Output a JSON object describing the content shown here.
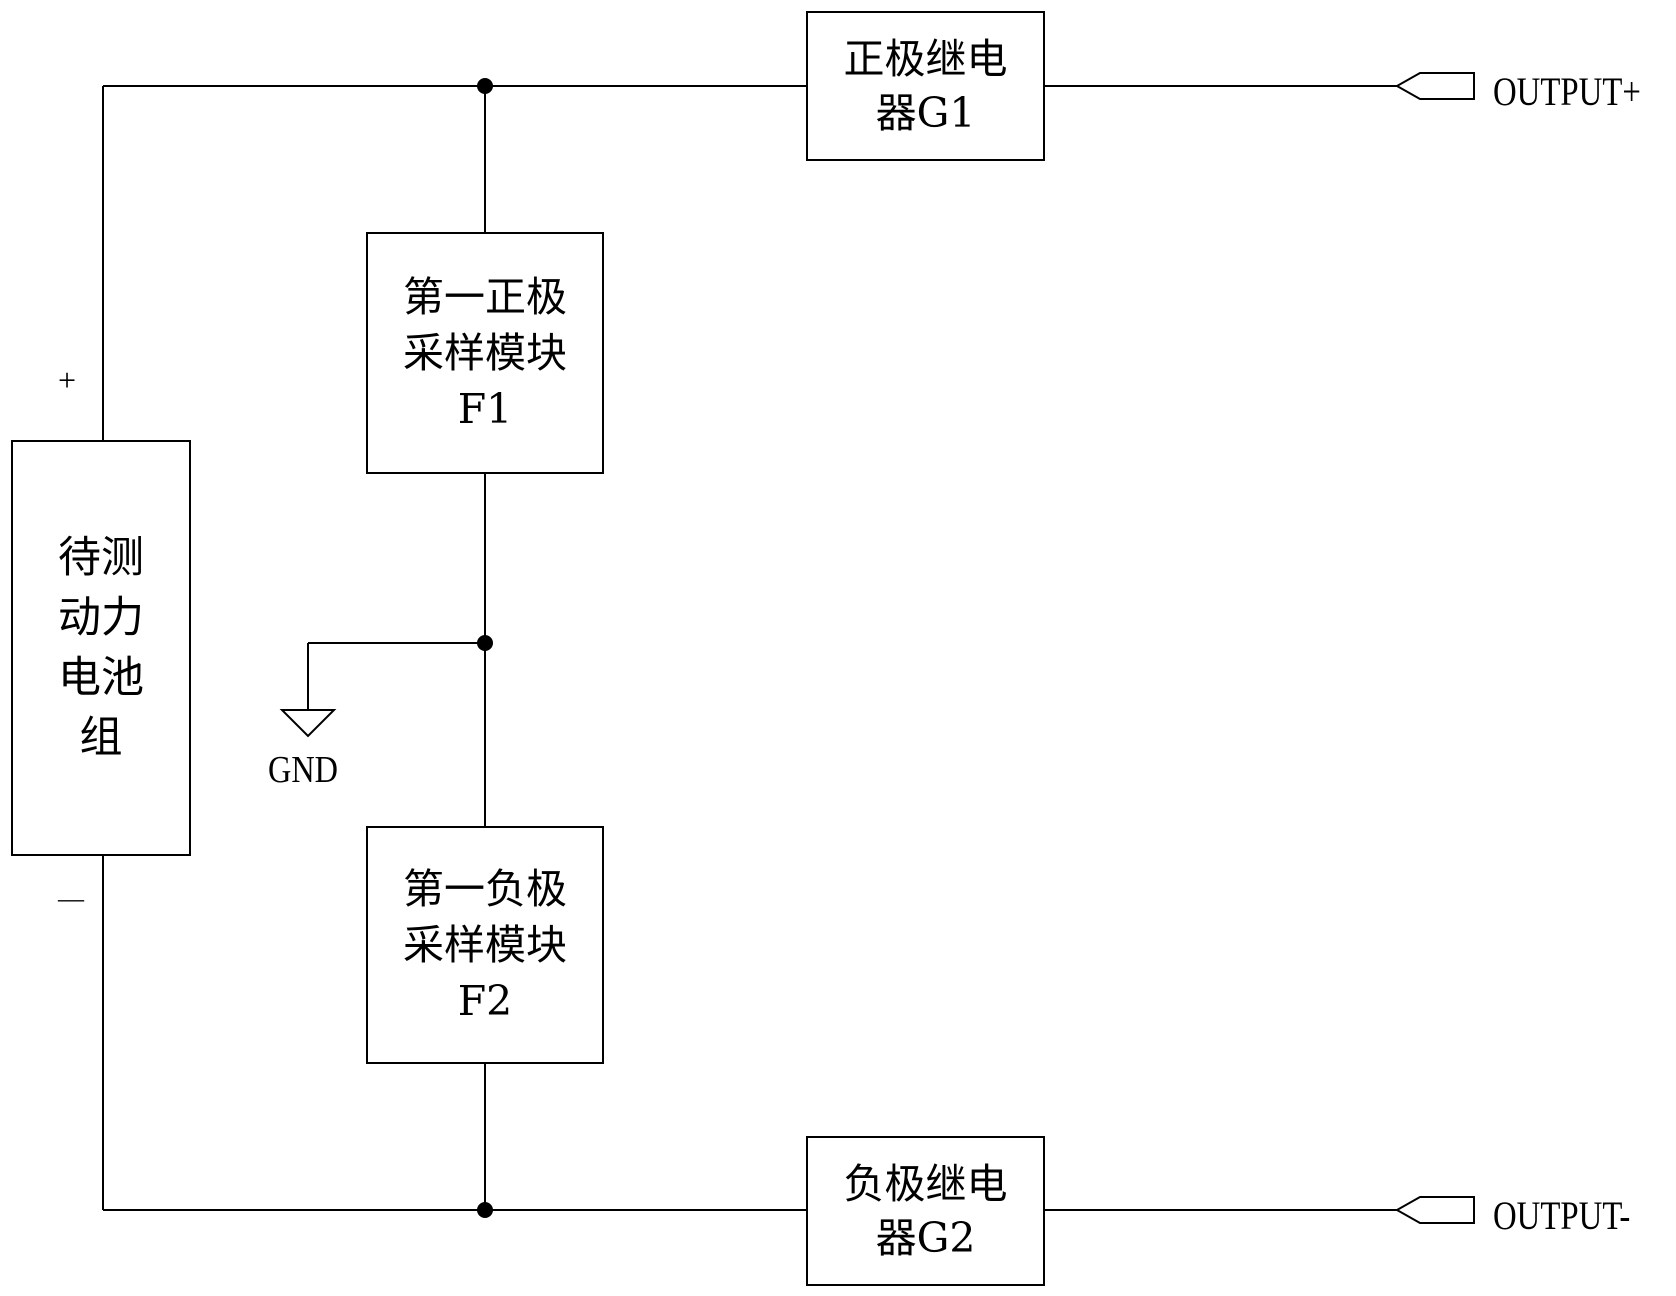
{
  "battery": {
    "lines": [
      "待测",
      "动力",
      "电池",
      "组"
    ],
    "plus": "+",
    "minus": "—"
  },
  "f1": {
    "lines": [
      "第一正极",
      "采样模块",
      "F1"
    ]
  },
  "f2": {
    "lines": [
      "第一负极",
      "采样模块",
      "F2"
    ]
  },
  "g1": {
    "lines": [
      "正极继电",
      "器G1"
    ]
  },
  "g2": {
    "lines": [
      "负极继电",
      "器G2"
    ]
  },
  "gnd": {
    "label": "GND"
  },
  "outputs": {
    "pos": "OUTPUT+",
    "neg": "OUTPUT-"
  }
}
